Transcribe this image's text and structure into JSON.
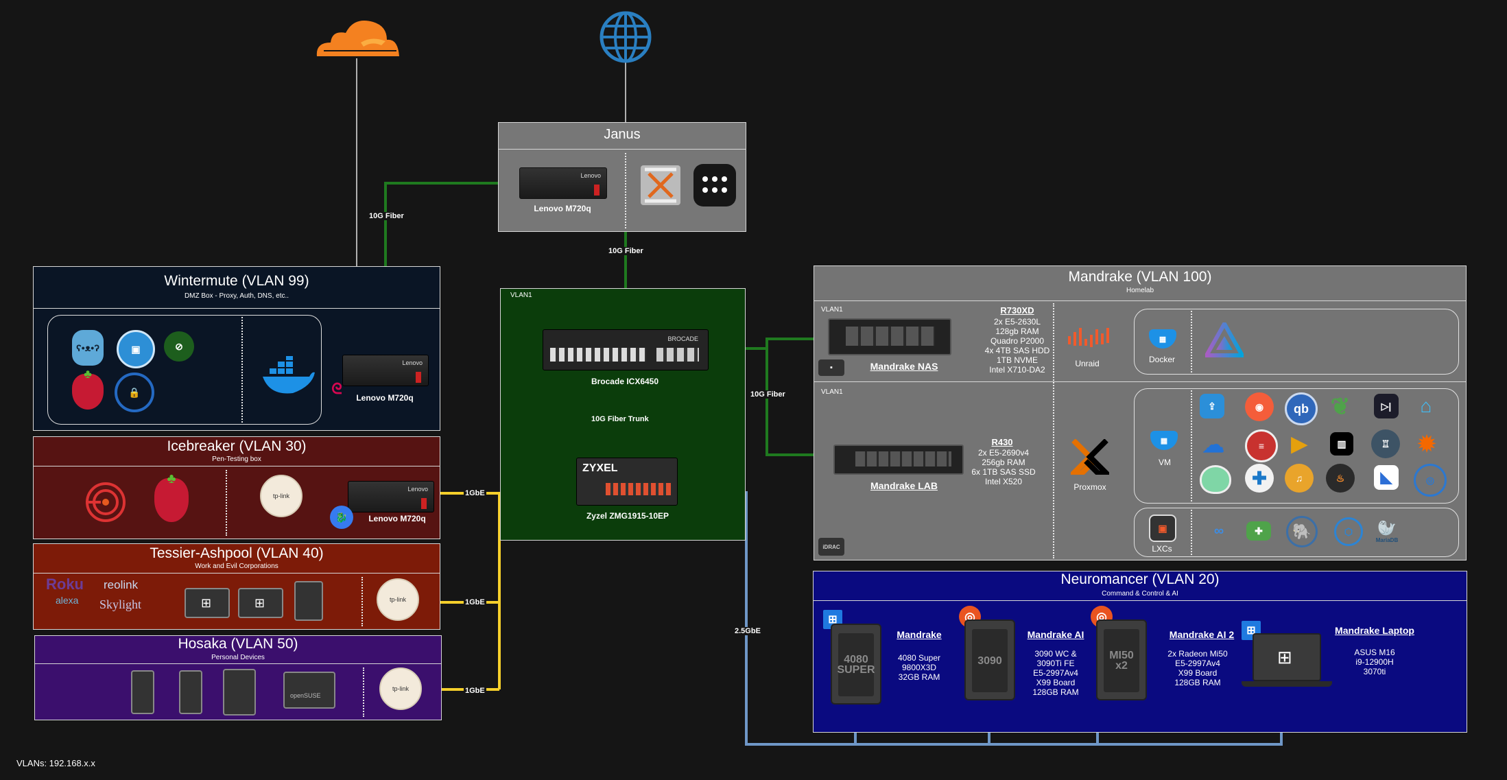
{
  "colors": {
    "background": "#151515",
    "fiber": "#1f7a1f",
    "ethernet": "#f5cf2b",
    "link_2_5": "#6f97c7",
    "wintermute_bg": "#0a1525",
    "icebreaker_bg": "#561312",
    "tessier_bg": "#7d1b08",
    "hosaka_bg": "#3b0f6d",
    "switch_bg": "#0b3d0b",
    "mandrake_bg": "#747474",
    "neuromancer_bg": "#0a0a80"
  },
  "top": {
    "cloudflare_icon": "cloudflare-icon",
    "internet_icon": "globe-icon"
  },
  "janus": {
    "title": "Janus",
    "device": "Lenovo M720q",
    "device_brand": "Lenovo"
  },
  "links": {
    "fiber_left": "10G Fiber",
    "fiber_center": "10G Fiber",
    "fiber_right": "10G Fiber",
    "trunk": "10G Fiber Trunk",
    "gbe_1": "1GbE",
    "gbe_2": "1GbE",
    "gbe_3": "1GbE",
    "gbe_25": "2.5GbE"
  },
  "switch_zone": {
    "vlan": "VLAN1",
    "brocade": "Brocade ICX6450",
    "brocade_brand": "BROCADE",
    "zyxel": "Zyzel ZMG1915-10EP",
    "zyxel_brand": "ZYXEL"
  },
  "wintermute": {
    "title": "Wintermute (VLAN 99)",
    "subtitle": "DMZ Box - Proxy, Auth, DNS, etc..",
    "device": "Lenovo M720q",
    "device_brand": "Lenovo"
  },
  "icebreaker": {
    "title": "Icebreaker (VLAN 30)",
    "subtitle": "Pen-Testing box",
    "device": "Lenovo M720q",
    "device_brand": "Lenovo",
    "ap_label": "tp-link"
  },
  "tessier": {
    "title": "Tessier-Ashpool (VLAN 40)",
    "subtitle": "Work and Evil Corporations",
    "brands": [
      "Roku",
      "reolink",
      "Skylight",
      "alexa"
    ],
    "ap_label": "tp-link"
  },
  "hosaka": {
    "title": "Hosaka (VLAN 50)",
    "subtitle": "Personal Devices",
    "ap_label": "tp-link",
    "laptop_label": "openSUSE"
  },
  "mandrake": {
    "title": "Mandrake (VLAN 100)",
    "subtitle": "Homelab",
    "nas": {
      "vlan": "VLAN1",
      "model": "R730XD",
      "specs": [
        "2x E5-2630L",
        "128gb RAM",
        "Quadro P2000",
        "4x 4TB SAS HDD",
        "1TB NVME",
        "Intel X710-DA2"
      ],
      "name": "Mandrake NAS",
      "os": "Unraid",
      "docker": "Docker"
    },
    "lab": {
      "vlan": "VLAN1",
      "model": "R430",
      "specs": [
        "2x E5-2690v4",
        "256gb RAM",
        "6x 1TB SAS SSD",
        "Intel X520"
      ],
      "name": "Mandrake LAB",
      "os": "Proxmox",
      "vm": "VM",
      "lxcs": "LXCs",
      "lxc_db": "MariaDB",
      "idrac": "iDRAC"
    }
  },
  "neuromancer": {
    "title": "Neuromancer (VLAN 20)",
    "subtitle": "Command & Control & AI",
    "machines": [
      {
        "name": "Mandrake",
        "gpu": "4080\nSUPER",
        "specs": [
          "4080 Super",
          "9800X3D",
          "32GB RAM"
        ]
      },
      {
        "name": "Mandrake AI",
        "gpu": "3090",
        "specs": [
          "3090 WC &",
          "3090Ti FE",
          "E5-2997Av4",
          "X99 Board",
          "128GB RAM"
        ]
      },
      {
        "name": "Mandrake AI 2",
        "gpu": "MI50\nx2",
        "specs": [
          "2x Radeon Mi50",
          "E5-2997Av4",
          "X99 Board",
          "128GB RAM"
        ]
      },
      {
        "name": "Mandrake Laptop",
        "gpu": "",
        "specs": [
          "ASUS M16",
          "i9-12900H",
          "3070ti"
        ]
      }
    ]
  },
  "footer": {
    "vlans": "VLANs: 192.168.x.x"
  }
}
